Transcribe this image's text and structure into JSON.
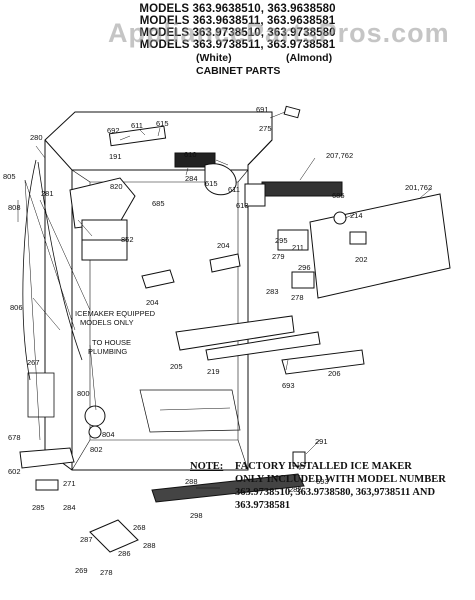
{
  "header": {
    "line1": "MODELS 363.9638510, 363.9638580",
    "line2": "MODELS 363.9638511, 363.9638581",
    "line3": "MODELS 363.9738510, 363.9738580",
    "line4": "MODELS 363.9738511, 363.9738581",
    "white": "(White)",
    "almond": "(Almond)",
    "title": "CABINET PARTS"
  },
  "watermark": "AppliancePartsPros.com",
  "callouts": {
    "icemaker": [
      "ICEMAKER EQUIPPED",
      "MODELS ONLY"
    ],
    "plumbing": [
      "TO HOUSE",
      "PLUMBING"
    ]
  },
  "parts": [
    {
      "id": "p692",
      "label": "692"
    },
    {
      "id": "p611a",
      "label": "611"
    },
    {
      "id": "p615a",
      "label": "615"
    },
    {
      "id": "p691",
      "label": "691"
    },
    {
      "id": "p275",
      "label": "275"
    },
    {
      "id": "p280",
      "label": "280"
    },
    {
      "id": "p191",
      "label": "191"
    },
    {
      "id": "p610",
      "label": "610"
    },
    {
      "id": "p805",
      "label": "805"
    },
    {
      "id": "p820",
      "label": "820"
    },
    {
      "id": "p284",
      "label": "284"
    },
    {
      "id": "p615b",
      "label": "615"
    },
    {
      "id": "p207",
      "label": "207,762"
    },
    {
      "id": "p281",
      "label": "281"
    },
    {
      "id": "p685a",
      "label": "685"
    },
    {
      "id": "p611b",
      "label": "611"
    },
    {
      "id": "p613",
      "label": "613"
    },
    {
      "id": "p685b",
      "label": "685"
    },
    {
      "id": "p201",
      "label": "201,762"
    },
    {
      "id": "p808",
      "label": "808"
    },
    {
      "id": "p214",
      "label": "214"
    },
    {
      "id": "p852",
      "label": "852"
    },
    {
      "id": "p204a",
      "label": "204"
    },
    {
      "id": "p295",
      "label": "295"
    },
    {
      "id": "p211",
      "label": "211"
    },
    {
      "id": "p202",
      "label": "202"
    },
    {
      "id": "p279",
      "label": "279"
    },
    {
      "id": "p296",
      "label": "296"
    },
    {
      "id": "p806",
      "label": "806"
    },
    {
      "id": "p283",
      "label": "283"
    },
    {
      "id": "p278a",
      "label": "278"
    },
    {
      "id": "p204b",
      "label": "204"
    },
    {
      "id": "p267",
      "label": "267"
    },
    {
      "id": "p205",
      "label": "205"
    },
    {
      "id": "p219",
      "label": "219"
    },
    {
      "id": "p206",
      "label": "206"
    },
    {
      "id": "p693a",
      "label": "693"
    },
    {
      "id": "p800",
      "label": "800"
    },
    {
      "id": "p804",
      "label": "804"
    },
    {
      "id": "p802",
      "label": "802"
    },
    {
      "id": "p678",
      "label": "678"
    },
    {
      "id": "p291",
      "label": "291"
    },
    {
      "id": "p602",
      "label": "602"
    },
    {
      "id": "p288a",
      "label": "288"
    },
    {
      "id": "p693b",
      "label": "693"
    },
    {
      "id": "p271",
      "label": "271"
    },
    {
      "id": "p282",
      "label": "282"
    },
    {
      "id": "p285",
      "label": "285"
    },
    {
      "id": "p284b",
      "label": "284"
    },
    {
      "id": "p298",
      "label": "298"
    },
    {
      "id": "p287",
      "label": "287"
    },
    {
      "id": "p268",
      "label": "268"
    },
    {
      "id": "p288b",
      "label": "288"
    },
    {
      "id": "p269",
      "label": "269"
    },
    {
      "id": "p278b",
      "label": "278"
    },
    {
      "id": "p286",
      "label": "286"
    }
  ],
  "note": {
    "label": "NOTE:",
    "lines": [
      "FACTORY INSTALLED ICE MAKER",
      "ONLY INCLUDED WITH MODEL NUMBER",
      "363.9738510, 363.9738580, 363,9738511 AND",
      "363.9738581"
    ]
  }
}
